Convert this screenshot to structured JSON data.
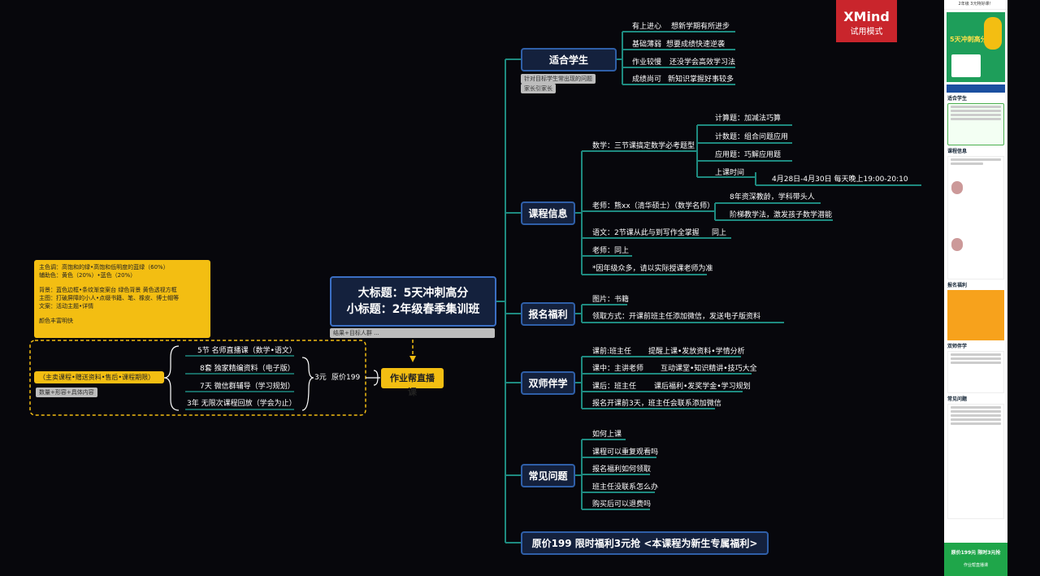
{
  "brand": {
    "name": "XMind",
    "mode": "试用模式"
  },
  "central": {
    "title": "大标题：5天冲刺高分",
    "subtitle": "小标题：2年级春季集训班",
    "note": "结果+目标人群 ..."
  },
  "branches": {
    "students": {
      "title": "适合学生",
      "notes": [
        "针对目标学生常出现的问题",
        "家长引家长"
      ],
      "items": [
        {
          "a": "有上进心",
          "b": "想新学期有所进步"
        },
        {
          "a": "基础薄弱",
          "b": "想要成绩快速逆袭"
        },
        {
          "a": "作业较慢",
          "b": "还没学会高效学习法"
        },
        {
          "a": "成绩尚可",
          "b": "新知识掌握好事较多"
        }
      ]
    },
    "info": {
      "title": "课程信息",
      "math": "数学：三节课搞定数学必考题型",
      "math_items": [
        "计算题：加减法巧算",
        "计数题：组合问题应用",
        "应用题：巧解应用题",
        "上课时间"
      ],
      "schedule": "4月28日-4月30日   每天晚上19:00-20:10",
      "teacher": "老师：熊xx（清华硕士）（数学名师）",
      "teacher_items": [
        "8年资深教龄，学科带头人",
        "阶梯教学法，激发孩子数学潜能"
      ],
      "chinese": "语文：2节课从此与到写作全掌握",
      "same1": "同上",
      "teacher2": "老师：同上",
      "footnote": "*因年级众多，请以实际授课老师为准"
    },
    "benefits": {
      "title": "报名福利",
      "items": [
        "图片：书籍",
        "领取方式：开课前班主任添加微信，发送电子版资料"
      ]
    },
    "companion": {
      "title": "双师伴学",
      "items": [
        {
          "a": "课前:班主任",
          "b": "提醒上课•发放资料•学情分析"
        },
        {
          "a": "课中：主讲老师",
          "b": "互动课堂•知识精讲•技巧大全"
        },
        {
          "a": "课后：班主任",
          "b": "课后福利•发奖学金•学习规划"
        },
        {
          "a": "报名开课前3天，班主任会联系添加微信",
          "b": ""
        }
      ]
    },
    "faq": {
      "title": "常见问题",
      "items": [
        "如何上课",
        "课程可以重复观看吗",
        "报名福利如何领取",
        "班主任没联系怎么办",
        "购买后可以退费吗"
      ]
    },
    "price": {
      "title": "原价199   限时福利3元抢   <本课程为新生专属福利>"
    }
  },
  "left": {
    "style_notes": [
      "主色调：高饱和的绿•高饱和低明度的蓝绿（60%）",
      "辅助色：黄色（20%）•蓝色（20%）",
      "",
      "背景：蓝色边框•条纹渐变案台     绿色背景     黄色透视方框",
      "主图：打破屏障的小人•点缀书籍、笔、橡皮、博士帽等",
      "文案：活动主题•详情",
      "",
      "颜色丰富明快"
    ],
    "main_label": "（主卖课程•赠送资料•售后•课程期限）",
    "main_note": "数量+形容+具体内容",
    "items": [
      "5节 名师直播课（数学•语文）",
      "8套 独家精编资料（电子版）",
      "7天 微信群辅导（学习规划）",
      "3年 无限次课程回放（学会为止）"
    ],
    "price_a": "3元",
    "price_b": "原价199",
    "homework": "作业帮直播课"
  },
  "phone": {
    "header": "2年级 3元特好课！",
    "banner": "5天冲刺高分",
    "sections": [
      "适合学生",
      "课程信息",
      "报名福利",
      "双师伴学",
      "常见问题"
    ],
    "bottom": "原价199元  限时3元抢",
    "logo": "作业帮直播课"
  },
  "colors": {
    "background": "#07070c",
    "line": "#1e8a80",
    "topic_border": "#2f5fa8",
    "accent_yellow": "#f3be12",
    "brand_red": "#c9252c"
  }
}
